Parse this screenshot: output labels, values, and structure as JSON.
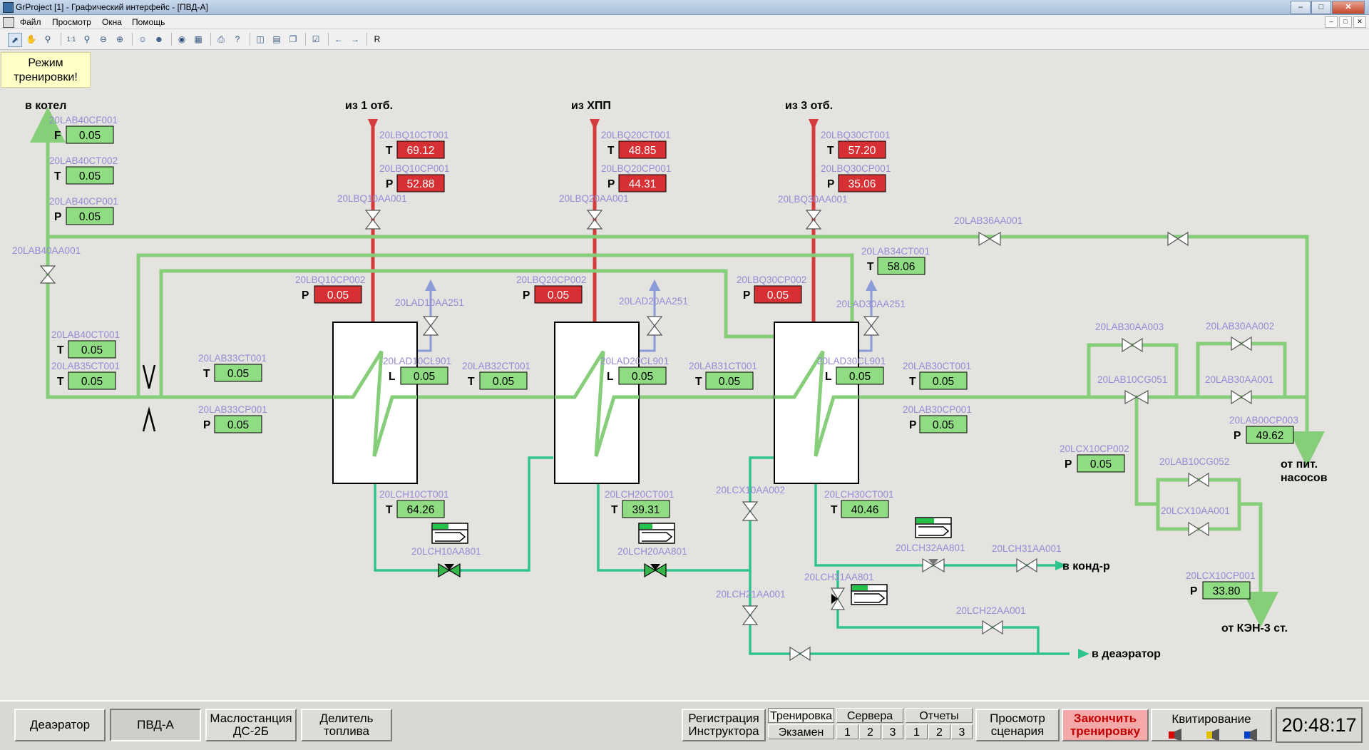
{
  "window": {
    "title": "GrProject [1] - Графический интерфейс - [ПВД-А]"
  },
  "menu": {
    "file": "Файл",
    "view": "Просмотр",
    "windows": "Окна",
    "help": "Помощь"
  },
  "toolbar": {
    "r_label": "R"
  },
  "mode_badge": {
    "line1": "Режим",
    "line2": "тренировки!"
  },
  "directions": {
    "to_boiler": "в котел",
    "from_1": "из 1 отб.",
    "from_hpp": "из ХПП",
    "from_3": "из 3 отб.",
    "from_pumps_1": "от пит.",
    "from_pumps_2": "насосов",
    "to_condenser": "в конд-р",
    "to_deaerator": "в деаэратор",
    "from_ken": "от КЭН-3 ст."
  },
  "tags": {
    "LAB40CF001": {
      "name": "20LAB40CF001",
      "unit": "F",
      "value": "0.05"
    },
    "LAB40CT002": {
      "name": "20LAB40CT002",
      "unit": "T",
      "value": "0.05"
    },
    "LAB40CP001": {
      "name": "20LAB40CP001",
      "unit": "P",
      "value": "0.05"
    },
    "LAB40CT001": {
      "name": "20LAB40CT001",
      "unit": "T",
      "value": "0.05"
    },
    "LAB35CT001": {
      "name": "20LAB35CT001",
      "unit": "T",
      "value": "0.05"
    },
    "LAB33CT001": {
      "name": "20LAB33CT001",
      "unit": "T",
      "value": "0.05"
    },
    "LAB33CP001": {
      "name": "20LAB33CP001",
      "unit": "P",
      "value": "0.05"
    },
    "LBQ10CT001": {
      "name": "20LBQ10CT001",
      "unit": "T",
      "value": "69.12"
    },
    "LBQ10CP001": {
      "name": "20LBQ10CP001",
      "unit": "P",
      "value": "52.88"
    },
    "LBQ10CP002": {
      "name": "20LBQ10CP002",
      "unit": "P",
      "value": "0.05"
    },
    "LAD10CL901": {
      "name": "20LAD10CL901",
      "unit": "L",
      "value": "0.05"
    },
    "LAB32CT001": {
      "name": "20LAB32CT001",
      "unit": "T",
      "value": "0.05"
    },
    "LCH10CT001": {
      "name": "20LCH10CT001",
      "unit": "T",
      "value": "64.26"
    },
    "LBQ20CT001": {
      "name": "20LBQ20CT001",
      "unit": "T",
      "value": "48.85"
    },
    "LBQ20CP001": {
      "name": "20LBQ20CP001",
      "unit": "P",
      "value": "44.31"
    },
    "LBQ20CP002": {
      "name": "20LBQ20CP002",
      "unit": "P",
      "value": "0.05"
    },
    "LAD20CL901": {
      "name": "20LAD20CL901",
      "unit": "L",
      "value": "0.05"
    },
    "LAB31CT001": {
      "name": "20LAB31CT001",
      "unit": "T",
      "value": "0.05"
    },
    "LCH20CT001": {
      "name": "20LCH20CT001",
      "unit": "T",
      "value": "39.31"
    },
    "LBQ30CT001": {
      "name": "20LBQ30CT001",
      "unit": "T",
      "value": "57.20"
    },
    "LBQ30CP001": {
      "name": "20LBQ30CP001",
      "unit": "P",
      "value": "35.06"
    },
    "LBQ30CP002": {
      "name": "20LBQ30CP002",
      "unit": "P",
      "value": "0.05"
    },
    "LAB34CT001": {
      "name": "20LAB34CT001",
      "unit": "T",
      "value": "58.06"
    },
    "LAD30CL901": {
      "name": "20LAD30CL901",
      "unit": "L",
      "value": "0.05"
    },
    "LAB30CT001": {
      "name": "20LAB30CT001",
      "unit": "T",
      "value": "0.05"
    },
    "LAB30CP001": {
      "name": "20LAB30CP001",
      "unit": "P",
      "value": "0.05"
    },
    "LCH30CT001": {
      "name": "20LCH30CT001",
      "unit": "T",
      "value": "40.46"
    },
    "LAB00CP003": {
      "name": "20LAB00CP003",
      "unit": "P",
      "value": "49.62"
    },
    "LCX10CP002": {
      "name": "20LCX10CP002",
      "unit": "P",
      "value": "0.05"
    },
    "LCX10CP001": {
      "name": "20LCX10CP001",
      "unit": "P",
      "value": "33.80"
    }
  },
  "valves": {
    "LAB40AA001": "20LAB40AA001",
    "LBQ10AA001": "20LBQ10AA001",
    "LBQ20AA001": "20LBQ20AA001",
    "LBQ30AA001": "20LBQ30AA001",
    "LAB36AA001": "20LAB36AA001",
    "LAD10AA251": "20LAD10AA251",
    "LAD20AA251": "20LAD20AA251",
    "LAD30AA251": "20LAD30AA251",
    "LAB30AA003": "20LAB30AA003",
    "LAB30AA002": "20LAB30AA002",
    "LAB10CG051": "20LAB10CG051",
    "LAB30AA001": "20LAB30AA001",
    "LAB10CG052": "20LAB10CG052",
    "LCX10AA001": "20LCX10AA001",
    "LCX10AA002": "20LCX10AA002",
    "LCH10AA801": "20LCH10AA801",
    "LCH20AA801": "20LCH20AA801",
    "LCH32AA801": "20LCH32AA801",
    "LCH31AA001": "20LCH31AA001",
    "LCH31AA801": "20LCH31AA801",
    "LCH21AA001": "20LCH21AA001",
    "LCH22AA001": "20LCH22AA001"
  },
  "bottom": {
    "tabs": [
      "Деаэратор",
      "ПВД-А",
      "Маслостанция ДС-2Б",
      "Делитель топлива"
    ],
    "registration": {
      "line1": "Регистрация",
      "line2": "Инструктора"
    },
    "training": "Тренировка",
    "exam": "Экзамен",
    "servers": "Сервера",
    "reports": "Отчеты",
    "num1": "1",
    "num2": "2",
    "num3": "3",
    "scenario": {
      "line1": "Просмотр",
      "line2": "сценария"
    },
    "finish": {
      "line1": "Закончить",
      "line2": "тренировку"
    },
    "ack": "Квитирование",
    "clock": "20:48:17"
  },
  "colors": {
    "steam": "#d43b3b",
    "feedwater": "#86ce7a",
    "drain": "#2fc48e",
    "vent": "#8b9bd8",
    "value_green": "#8fdc83",
    "value_red": "#d62f34"
  }
}
